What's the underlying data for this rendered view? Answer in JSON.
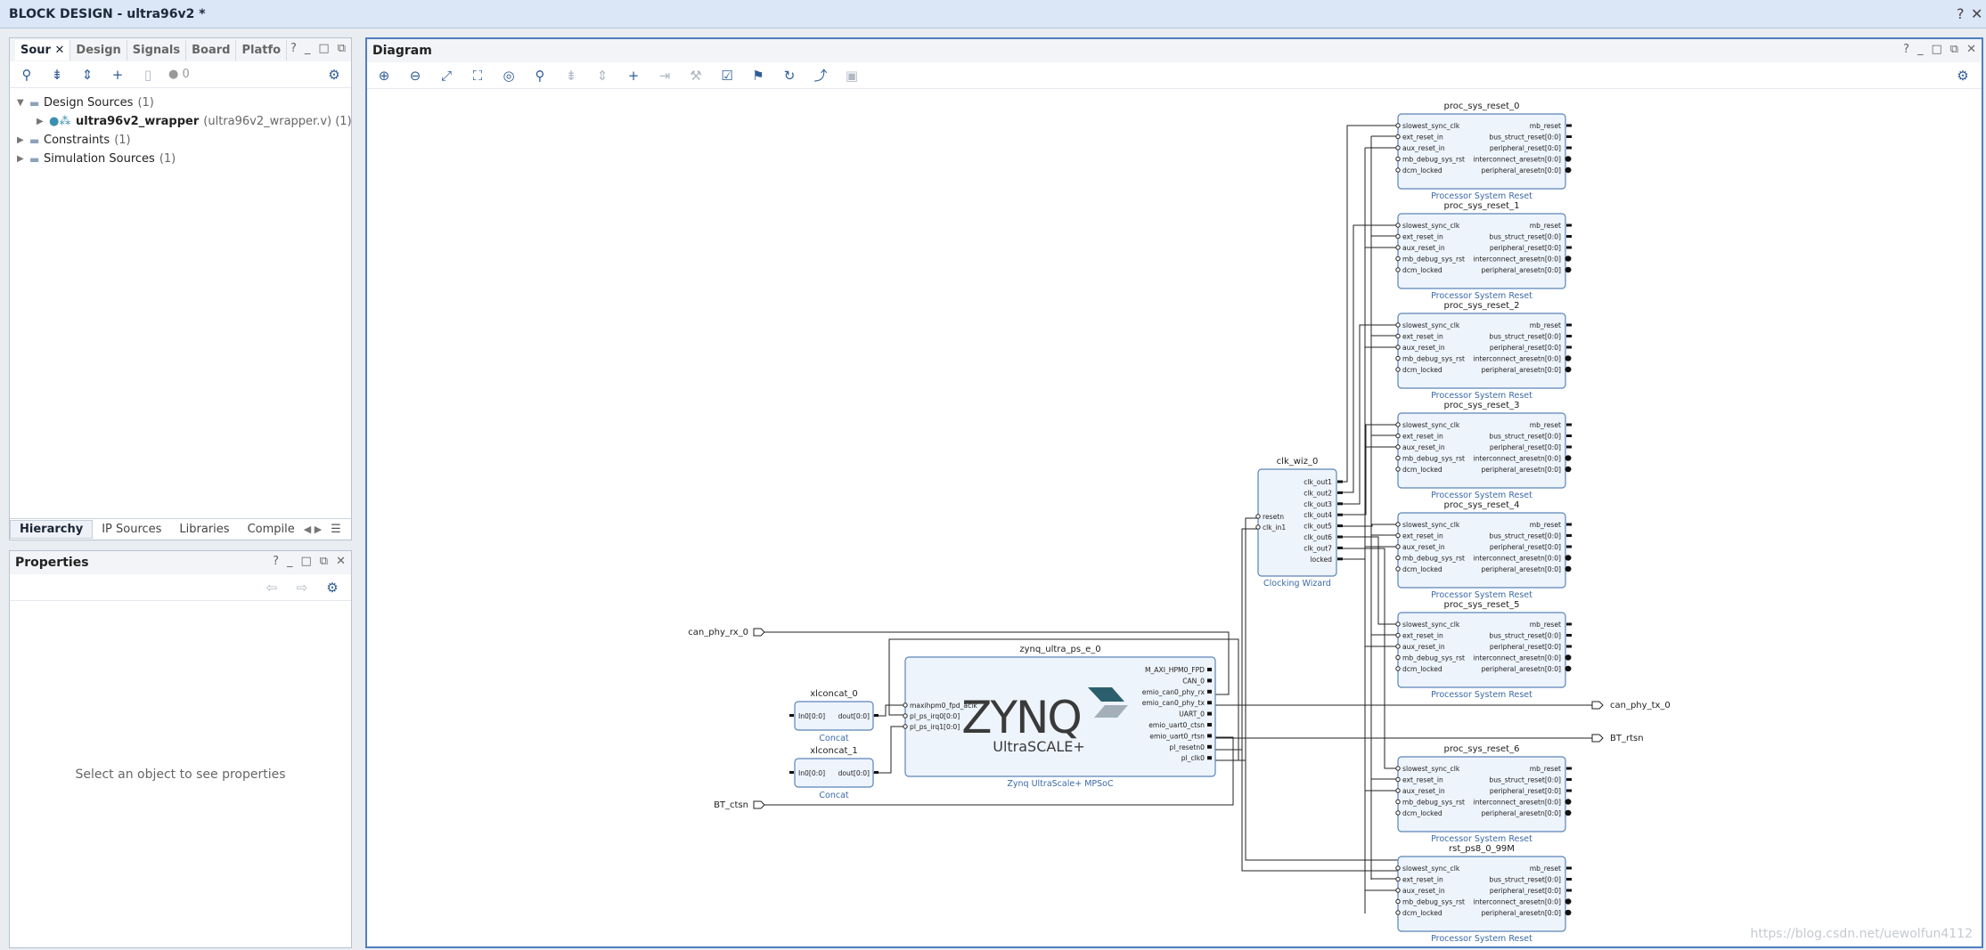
{
  "window": {
    "title": "BLOCK DESIGN - ultra96v2 *"
  },
  "sources": {
    "tabs": [
      "Sour",
      "Design",
      "Signals",
      "Board",
      "Platfo"
    ],
    "counter": "0",
    "tree": [
      {
        "label": "Design Sources",
        "count": "(1)"
      },
      {
        "label": "ultra96v2_wrapper",
        "detail": "(ultra96v2_wrapper.v) (1)"
      },
      {
        "label": "Constraints",
        "count": "(1)"
      },
      {
        "label": "Simulation Sources",
        "count": "(1)"
      }
    ],
    "subtabs": [
      "Hierarchy",
      "IP Sources",
      "Libraries",
      "Compile"
    ]
  },
  "properties": {
    "title": "Properties",
    "empty_message": "Select an object to see properties"
  },
  "diagram": {
    "title": "Diagram",
    "logo_text": "ZYNQ",
    "logo_sub": "UltraSCALE+",
    "blocks": [
      {
        "name": "proc_sys_reset_0",
        "subtitle": "Processor System Reset"
      },
      {
        "name": "proc_sys_reset_1",
        "subtitle": "Processor System Reset"
      },
      {
        "name": "proc_sys_reset_2",
        "subtitle": "Processor System Reset"
      },
      {
        "name": "proc_sys_reset_3",
        "subtitle": "Processor System Reset"
      },
      {
        "name": "proc_sys_reset_4",
        "subtitle": "Processor System Reset"
      },
      {
        "name": "proc_sys_reset_5",
        "subtitle": "Processor System Reset"
      },
      {
        "name": "proc_sys_reset_6",
        "subtitle": "Processor System Reset"
      },
      {
        "name": "rst_ps8_0_99M",
        "subtitle": "Processor System Reset"
      }
    ],
    "reset_ports_left": [
      "slowest_sync_clk",
      "ext_reset_in",
      "aux_reset_in",
      "mb_debug_sys_rst",
      "dcm_locked"
    ],
    "reset_ports_right": [
      "mb_reset",
      "bus_struct_reset[0:0]",
      "peripheral_reset[0:0]",
      "interconnect_aresetn[0:0]",
      "peripheral_aresetn[0:0]"
    ],
    "clk_wiz": {
      "name": "clk_wiz_0",
      "subtitle": "Clocking Wizard",
      "inputs": [
        "resetn",
        "clk_in1"
      ],
      "outputs": [
        "clk_out1",
        "clk_out2",
        "clk_out3",
        "clk_out4",
        "clk_out5",
        "clk_out6",
        "clk_out7",
        "locked"
      ]
    },
    "zynq": {
      "name": "zynq_ultra_ps_e_0",
      "subtitle": "Zynq UltraScale+ MPSoC",
      "inputs": [
        "maxihpm0_fpd_aclk",
        "pl_ps_irq0[0:0]",
        "pl_ps_irq1[0:0]"
      ],
      "outputs": [
        "M_AXI_HPM0_FPD",
        "CAN_0",
        "emio_can0_phy_rx",
        "emio_can0_phy_tx",
        "UART_0",
        "emio_uart0_ctsn",
        "emio_uart0_rtsn",
        "pl_resetn0",
        "pl_clk0"
      ]
    },
    "concats": [
      {
        "name": "xlconcat_0",
        "subtitle": "Concat",
        "in": "In0[0:0]",
        "out": "dout[0:0]"
      },
      {
        "name": "xlconcat_1",
        "subtitle": "Concat",
        "in": "In0[0:0]",
        "out": "dout[0:0]"
      }
    ],
    "ports": {
      "can_phy_rx": "can_phy_rx_0",
      "bt_ctsn": "BT_ctsn",
      "can_phy_tx": "can_phy_tx_0",
      "bt_rtsn": "BT_rtsn"
    }
  },
  "watermark": "https://blog.csdn.net/uewolfun4112"
}
